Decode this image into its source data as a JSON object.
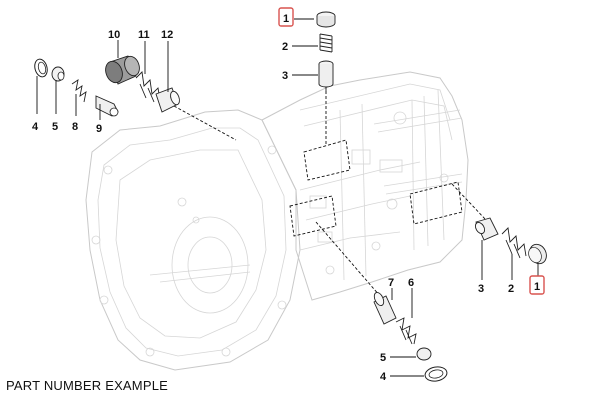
{
  "caption": "PART NUMBER EXAMPLE",
  "highlight_color": "#d9534f",
  "callouts": {
    "top_1": "1",
    "top_2": "2",
    "top_3": "3",
    "left_10": "10",
    "left_11": "11",
    "left_12": "12",
    "left_4": "4",
    "left_5": "5",
    "left_8": "8",
    "left_9": "9",
    "right_3": "3",
    "right_2": "2",
    "right_1": "1",
    "bottom_7": "7",
    "bottom_6": "6",
    "bottom_5": "5",
    "bottom_4": "4"
  }
}
